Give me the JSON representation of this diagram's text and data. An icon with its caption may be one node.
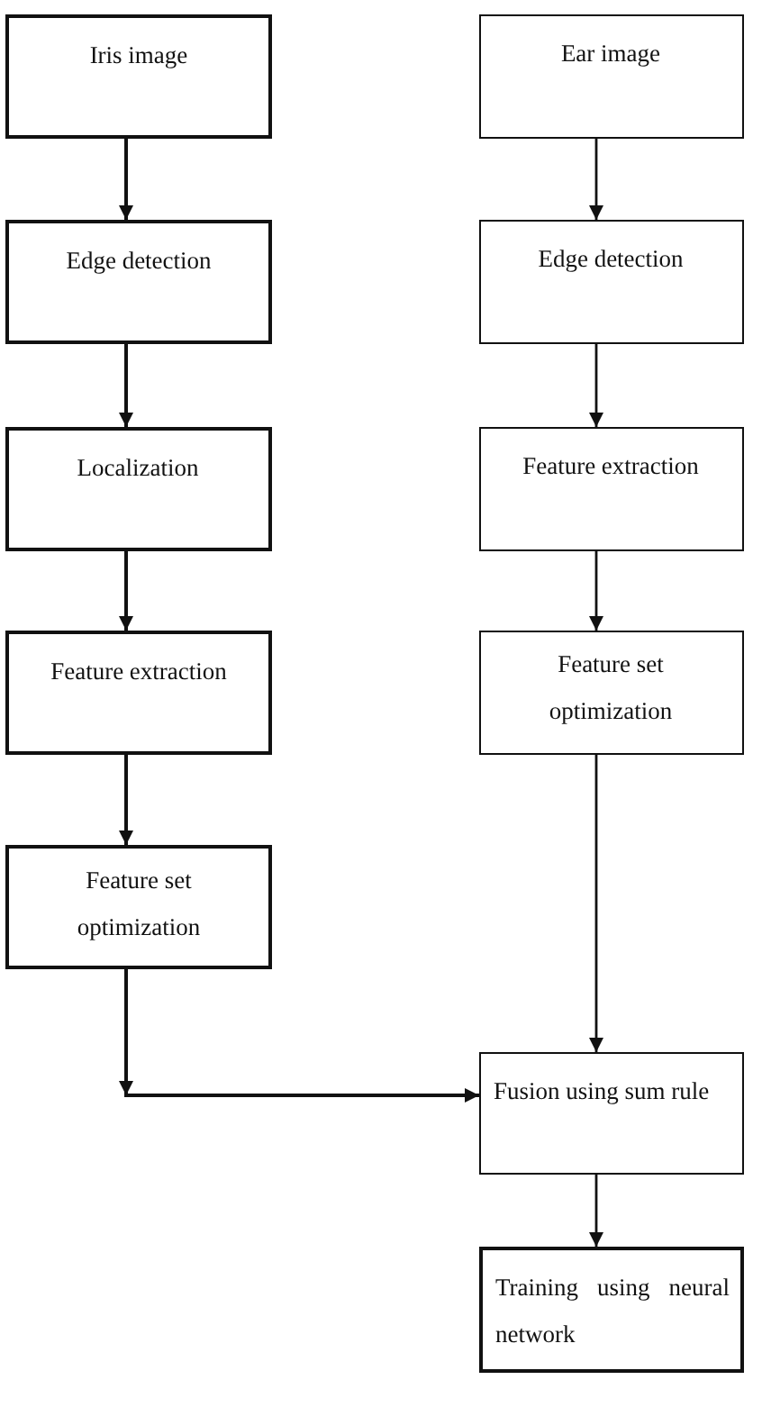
{
  "diagram": {
    "nodes": [
      {
        "text": [
          "Iris image"
        ]
      },
      {
        "text": [
          "Edge detection"
        ]
      },
      {
        "text": [
          "Localization"
        ]
      },
      {
        "text": [
          "Feature extraction"
        ]
      },
      {
        "text": [
          "Feature set optimization"
        ]
      },
      {
        "text": [
          "Ear image"
        ]
      },
      {
        "text": [
          "Edge detection"
        ]
      },
      {
        "text": [
          "Feature extraction"
        ]
      },
      {
        "text": [
          "Feature set optimization"
        ]
      },
      {
        "text": [
          "Fusion using sum rule"
        ]
      },
      {
        "text": [
          "Training using neural network"
        ]
      }
    ],
    "edges": [
      {
        "from": 0,
        "to": 1,
        "arrow": "to"
      },
      {
        "from": 1,
        "to": 2,
        "arrow": "to"
      },
      {
        "from": 2,
        "to": 3,
        "arrow": "to"
      },
      {
        "from": 3,
        "to": 4,
        "arrow": "to"
      },
      {
        "from": 4,
        "to": 9,
        "arrow": "to"
      },
      {
        "from": 5,
        "to": 6,
        "arrow": "to"
      },
      {
        "from": 6,
        "to": 7,
        "arrow": "to"
      },
      {
        "from": 7,
        "to": 8,
        "arrow": "to"
      },
      {
        "from": 8,
        "to": 9,
        "arrow": "to"
      },
      {
        "from": 9,
        "to": 10,
        "arrow": "to"
      }
    ]
  }
}
